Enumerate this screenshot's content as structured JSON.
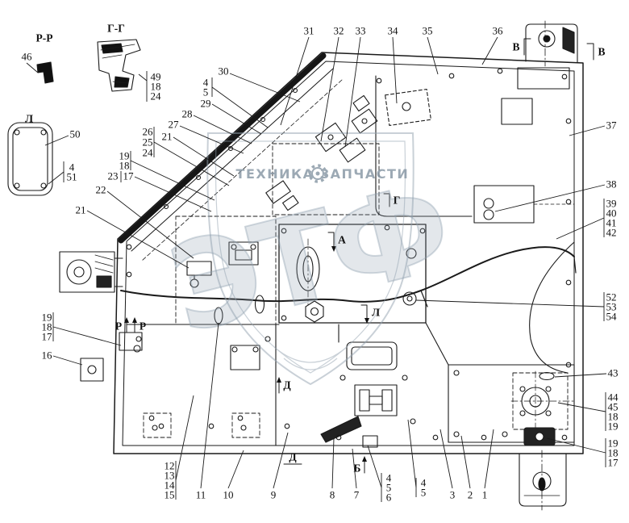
{
  "watermark": {
    "word_left": "ТЕХНИКА",
    "word_right": "ЗАПЧАСТИ",
    "monogram": "ЭТФ"
  },
  "details": {
    "pp_title": "Р-Р",
    "gg_title": "Г-Г"
  },
  "section_labels": {
    "plate": "Л",
    "v_top": "В",
    "v_right": "В",
    "a": "А",
    "g": "Г",
    "l_mid": "Л",
    "b": "Б",
    "d_mid": "Д",
    "d_bottom": "Д",
    "p_left": "Р",
    "p_right": "Р"
  },
  "callouts": {
    "det46": "46",
    "gg49": "49",
    "gg18": "18",
    "gg24": "24",
    "pl50": "50",
    "pl4": "4",
    "pl51": "51",
    "t31": "31",
    "t32": "32",
    "t33": "33",
    "t34": "34",
    "t35": "35",
    "t36": "36",
    "l30": "30",
    "l4": "4",
    "l5": "5",
    "l29": "29",
    "l28": "28",
    "l27": "27",
    "l21a": "21",
    "l26": "26",
    "l25": "25",
    "l24": "24",
    "l19": "19",
    "l18": "18",
    "l23": "23",
    "l17": "17",
    "l22": "22",
    "l21b": "21",
    "e19": "19",
    "e18": "18",
    "e17": "17",
    "e16": "16",
    "r37": "37",
    "r38": "38",
    "r39": "39",
    "r40": "40",
    "r41": "41",
    "r42": "42",
    "r52": "52",
    "r53": "53",
    "r54": "54",
    "r43": "43",
    "r44": "44",
    "r45": "45",
    "r18a": "18",
    "r19a": "19",
    "r19b": "19",
    "r18b": "18",
    "r17b": "17",
    "b12": "12",
    "b13": "13",
    "b14": "14",
    "b15": "15",
    "b11": "11",
    "b10": "10",
    "b9": "9",
    "b8": "8",
    "b7": "7",
    "b4a": "4",
    "b5a": "5",
    "b6": "6",
    "b4b": "4",
    "b5b": "5",
    "b3": "3",
    "b2": "2",
    "b1": "1"
  }
}
